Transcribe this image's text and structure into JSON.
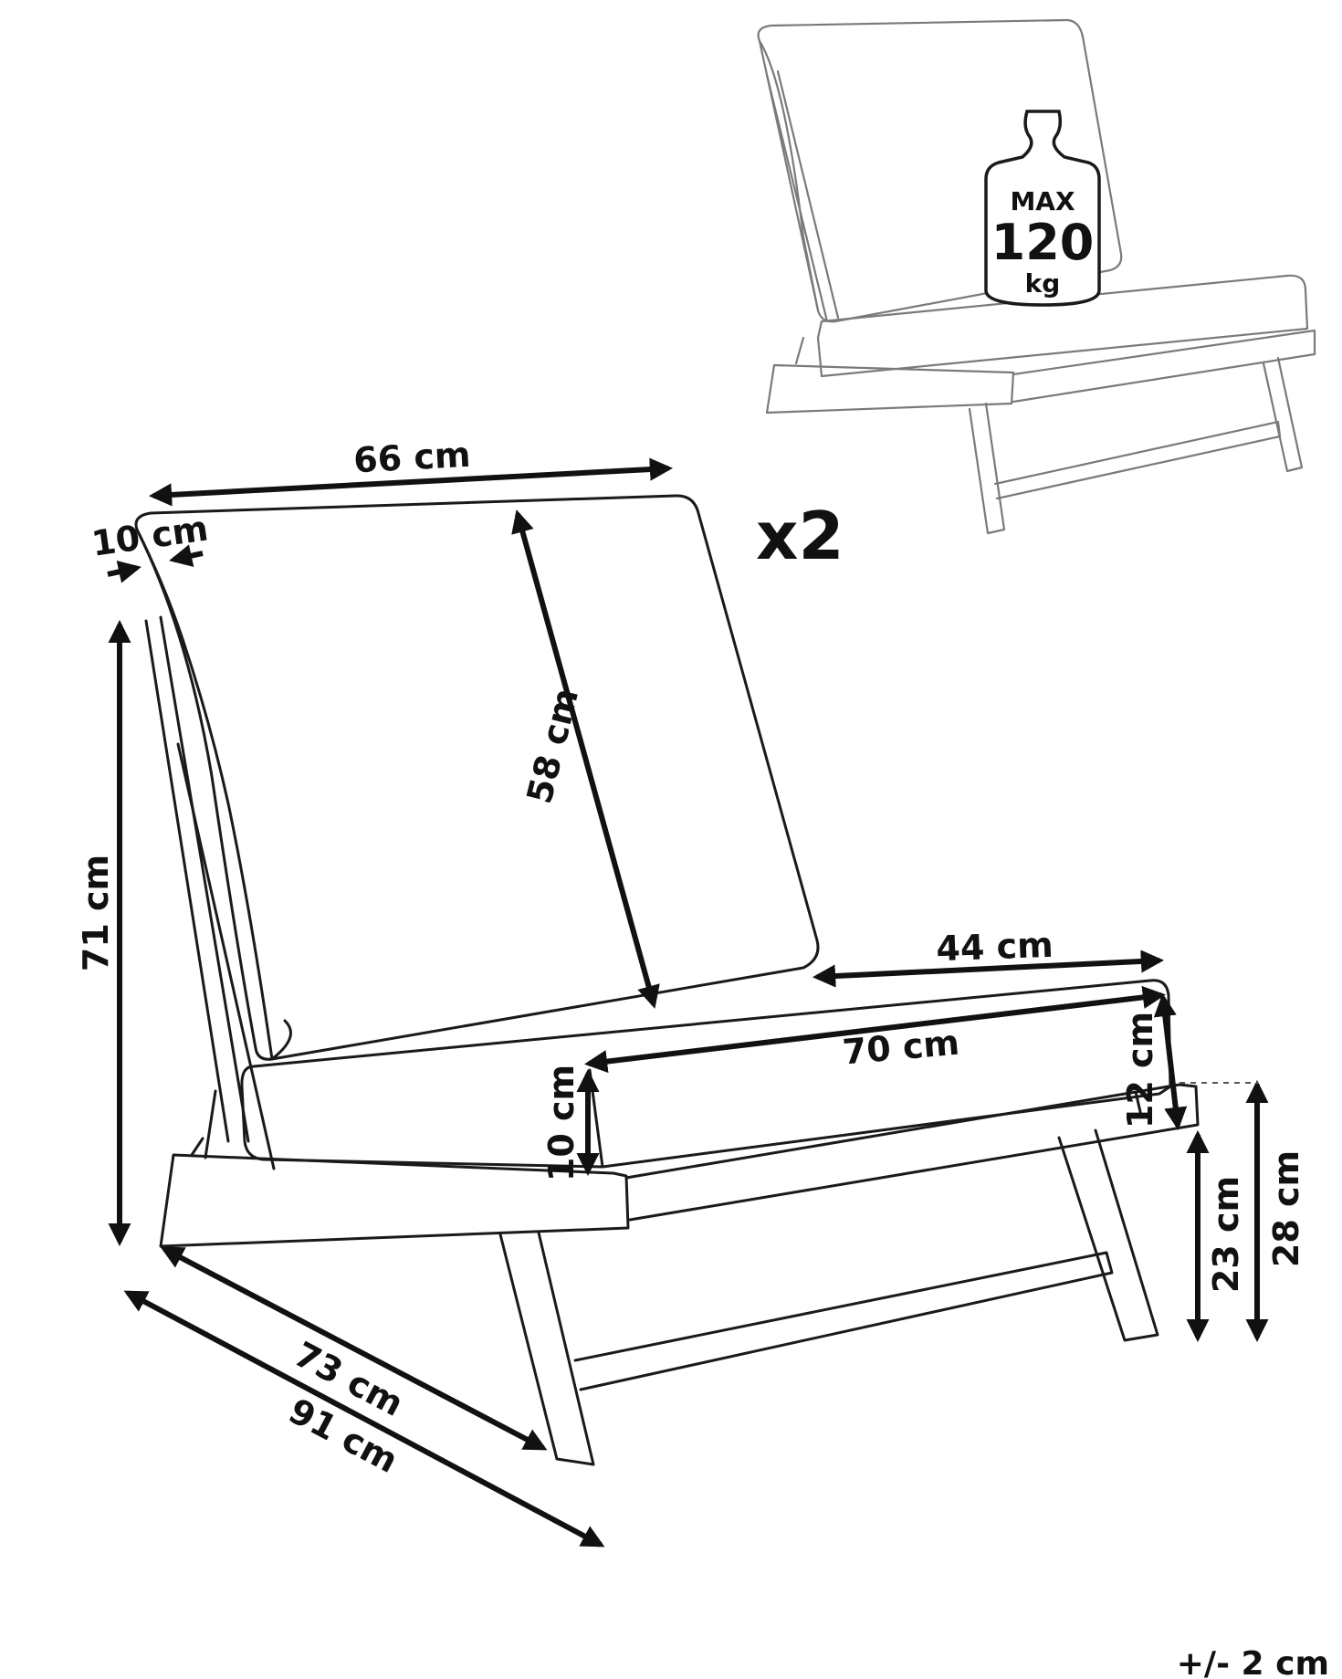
{
  "quantity": "x2",
  "max_load": {
    "line1": "MAX",
    "line2": "120",
    "line3": "kg"
  },
  "tolerance": "+/- 2 cm",
  "dimensions": {
    "backrest_width": "66 cm",
    "backrest_thickness": "10 cm",
    "backrest_height": "58 cm",
    "total_height": "71 cm",
    "seat_depth": "44 cm",
    "seat_width": "70 cm",
    "seat_cushion_thickness": "10 cm",
    "front_cushion_thickness": "12 cm",
    "seat_height_frame": "23 cm",
    "seat_height_cushion": "28 cm",
    "frame_depth": "73 cm",
    "total_depth": "91 cm"
  }
}
